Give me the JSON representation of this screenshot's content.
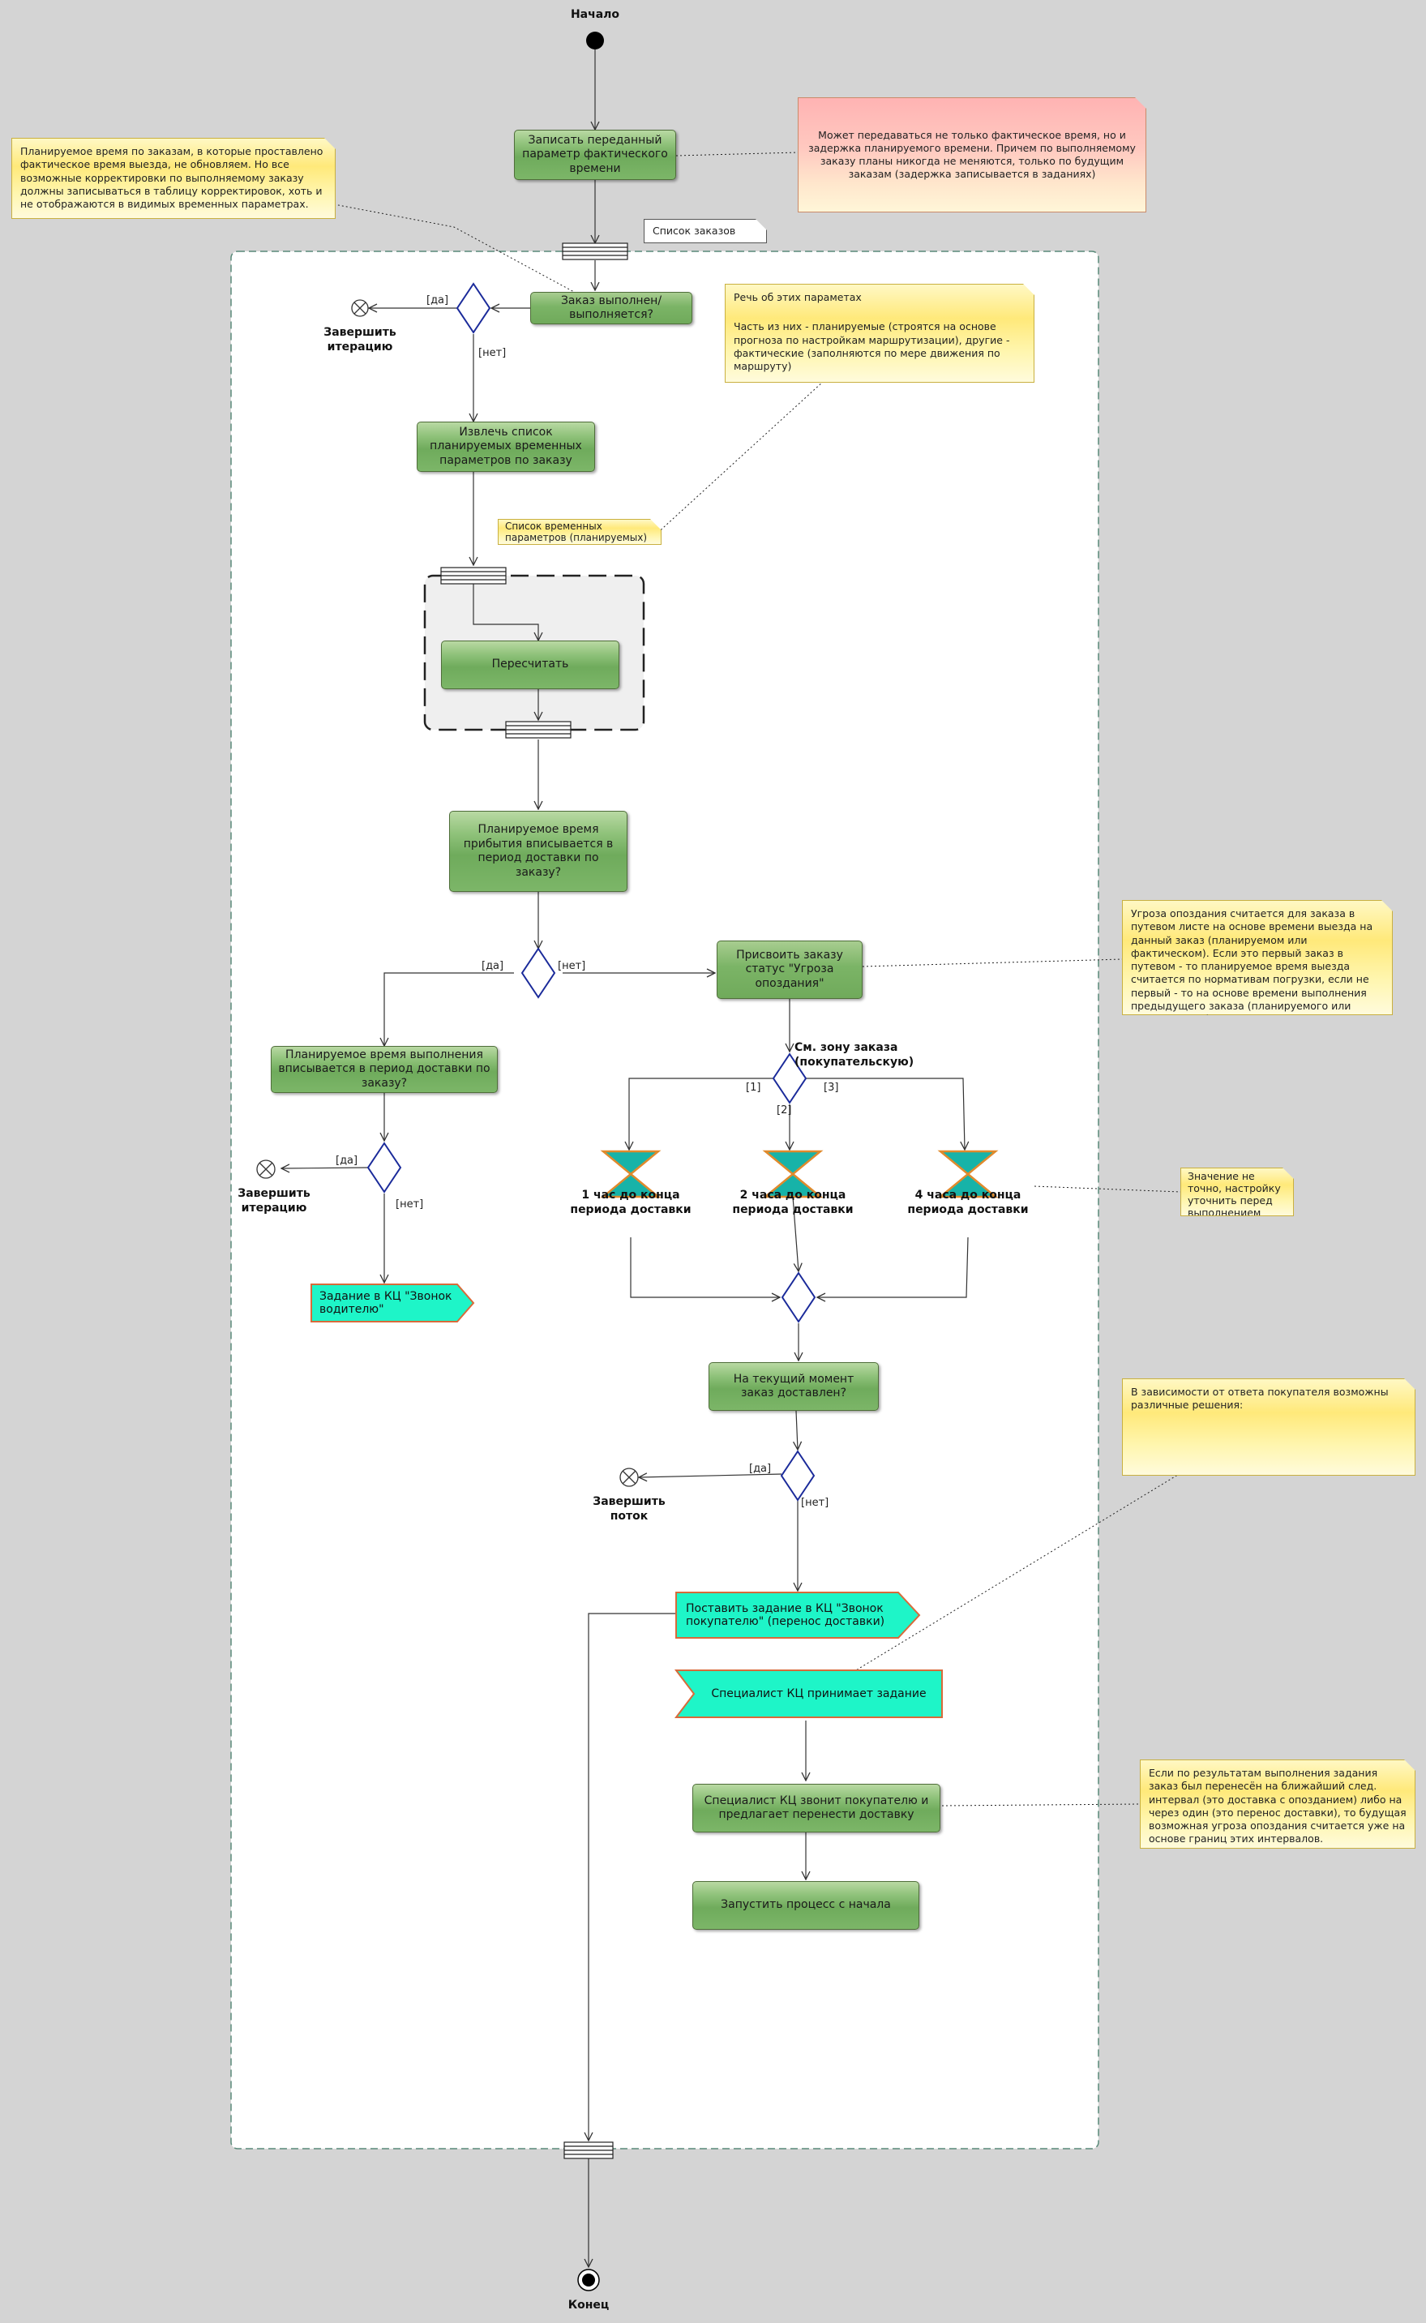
{
  "start_label": "Начало",
  "end_label": "Конец",
  "actions": {
    "record": "Записать переданный параметр фактического времени",
    "order_done": "Заказ выполнен/выполняется?",
    "extract_list": "Извлечь список планируемых временных параметров по заказу",
    "recalc": "Пересчитать",
    "arrival_fits": "Планируемое время прибытия вписывается в период доставки по заказу?",
    "assign_status": "Присвоить заказу статус \"Угроза опоздания\"",
    "exec_fits": "Планируемое время выполнения вписывается в период доставки по заказу?",
    "delivered_now": "На текущий момент заказ доставлен?",
    "specialist_calls": "Специалист КЦ звонит покупателю и предлагает перенести доставку",
    "restart": "Запустить процесс с начала"
  },
  "signals": {
    "call_driver": "Задание в КЦ \"Звонок водителю\"",
    "call_buyer": "Поставить задание в КЦ \"Звонок покупателю\" (перенос доставки)",
    "specialist_accepts": "Специалист КЦ принимает задание"
  },
  "notes": {
    "pink": "Может передаваться не только фактическое время, но и задержка планируемого времени. Причем по выполняемому заказу планы никогда не меняются, только по будущим заказам (задержка записывается в заданиях)",
    "planned_time": "Планируемое время по заказам, в которые проставлено фактическое время выезда, не обновляем. Но все возможные корректировки по выполняемому заказу должны записываться в таблицу корректировок, хоть и не отображаются в видимых временных параметрах.",
    "orders_list": "Список заказов",
    "params_title": "Речь об этих параметах",
    "params_body": "Часть из них - планируемые (строятся на основе прогноза по настройкам маршрутизации), другие - фактические (заполняются по мере движения по маршруту)",
    "params_list": "Список временных параметров (планируемых)",
    "threat": "Угроза опоздания считается для заказа в путевом листе на основе времени выезда на данный заказ (планируемом или фактическом). Если это первый заказ в путевом - то планируемое время выезда считается по нормативам погрузки, если не первый - то на основе времени выполнения предыдущего заказа (планируемого или фактического).",
    "not_exact": "Значение не точно, настройку уточнить перед выполнением",
    "depending": "В зависимости от ответа покупателя возможны различные решения:",
    "rescheduled": "Если по результатам выполнения задания заказ был перенесён на ближайший след. интервал (это доставка с опозданием) либо на через один (это перенос доставки), то будущая возможная угроза опоздания считается уже на основе границ этих интервалов."
  },
  "labels": {
    "finish_iteration": "Завершить итерацию",
    "finish_flow": "Завершить поток",
    "zone": "См. зону заказа (покупательскую)",
    "yes": "[да]",
    "no": "[нет]",
    "g1": "[1]",
    "g2": "[2]",
    "g3": "[3]",
    "t1": "1 час до конца периода доставки",
    "t2": "2 часа до конца периода доставки",
    "t4": "4 часа до конца периода доставки"
  }
}
